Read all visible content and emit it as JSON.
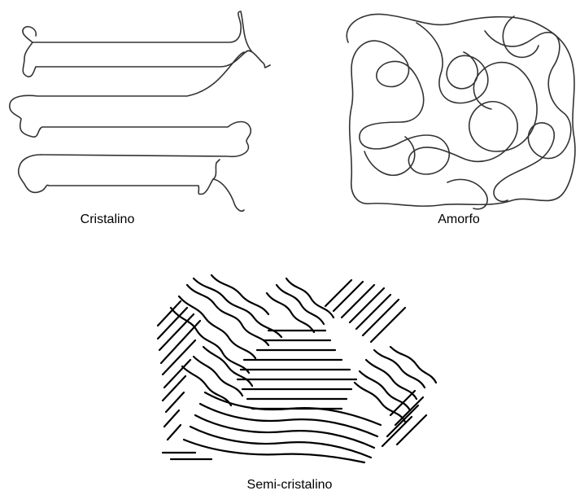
{
  "panels": {
    "crystalline": {
      "label": "Cristalino"
    },
    "amorphous": {
      "label": "Amorfo"
    },
    "semicrystalline": {
      "label": "Semi-cristalino"
    }
  },
  "colors": {
    "background": "#ffffff",
    "chain_outline": "#333333",
    "semi_lines": "#000000"
  }
}
